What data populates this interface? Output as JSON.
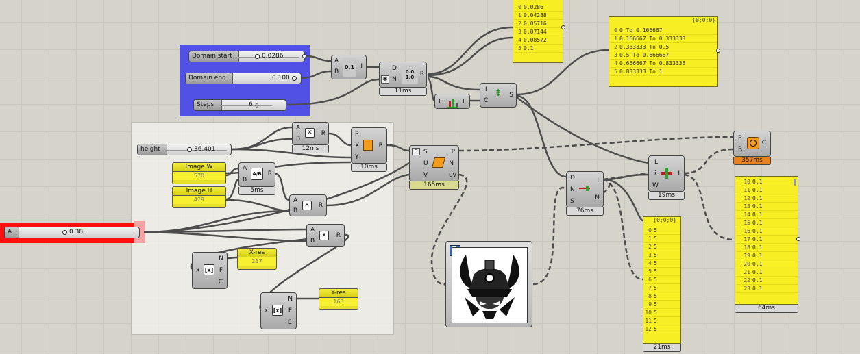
{
  "colors": {
    "canvas": "#d5d3ca",
    "group_blue": "#4a4ae6",
    "group_white": "#efeeea",
    "panel_yellow": "#f7ef24",
    "selected_red": "#ff0000",
    "orange": "#e8821e"
  },
  "sliders": {
    "domain_start": {
      "name": "Domain start",
      "value": "0.0286"
    },
    "domain_end": {
      "name": "Domain end",
      "value": "0.100"
    },
    "steps": {
      "name": "Steps",
      "value": "6"
    },
    "height": {
      "name": "height",
      "value": "36.401"
    },
    "a": {
      "name": "A",
      "value": "0.38"
    }
  },
  "params": {
    "image_w": {
      "name": "Image W",
      "value": "570"
    },
    "image_h": {
      "name": "Image H",
      "value": "429"
    },
    "x_res": {
      "name": "X-res",
      "value": "217"
    },
    "y_res": {
      "name": "Y-res",
      "value": "163"
    }
  },
  "components": {
    "bounds": {
      "in": [
        "A",
        "B"
      ],
      "out": "I",
      "icon": "0.1"
    },
    "range": {
      "in": [
        "D",
        "N"
      ],
      "out": "R",
      "icon": "0.0 1.0",
      "timing": "11ms"
    },
    "list_len": {
      "in": "L",
      "out": "L"
    },
    "subset": {
      "in": [
        "I",
        "C"
      ],
      "out": "S"
    },
    "mult1": {
      "in": [
        "A",
        "B"
      ],
      "out": "R",
      "timing": "12ms"
    },
    "pt": {
      "in": [
        "P",
        "X",
        "Y"
      ],
      "out": "P",
      "timing": "10ms"
    },
    "div": {
      "in": [
        "A",
        "B"
      ],
      "out": "R",
      "icon": "A/B",
      "timing": "5ms"
    },
    "mult2": {
      "in": [
        "A",
        "B"
      ],
      "out": "R"
    },
    "mult3": {
      "in": [
        "A",
        "B"
      ],
      "out": "R"
    },
    "surface": {
      "in": [
        "S",
        "U",
        "V"
      ],
      "out": [
        "P",
        "N",
        "uv"
      ],
      "timing": "165ms"
    },
    "round1": {
      "in": "x",
      "out": [
        "N",
        "F",
        "C"
      ],
      "icon": "[x]"
    },
    "round2": {
      "in": "x",
      "out": [
        "N",
        "F",
        "C"
      ],
      "icon": "[x]"
    },
    "dispatch": {
      "in": [
        "D",
        "N",
        "S"
      ],
      "out": [
        "I",
        "N"
      ],
      "timing": "76ms"
    },
    "insert": {
      "in": [
        "L",
        "i",
        "W"
      ],
      "out": "I",
      "timing": "19ms"
    },
    "circle": {
      "in": [
        "P",
        "R"
      ],
      "out": "C",
      "timing": "357ms"
    }
  },
  "panels": {
    "values": {
      "rows": [
        "0.0286",
        "0.04288",
        "0.05716",
        "0.07144",
        "0.08572",
        "0.1"
      ]
    },
    "domains": {
      "path": "{0;0;0}",
      "rows": [
        "0 To 0.166667",
        "0.166667 To 0.333333",
        "0.333333 To 0.5",
        "0.5 To 0.666667",
        "0.666667 To 0.833333",
        "0.833333 To 1"
      ]
    },
    "fives": {
      "path": "{0;0;0}",
      "rows": [
        {
          "i": "0",
          "v": "5"
        },
        {
          "i": "1",
          "v": "5"
        },
        {
          "i": "2",
          "v": "5"
        },
        {
          "i": "3",
          "v": "5"
        },
        {
          "i": "4",
          "v": "5"
        },
        {
          "i": "5",
          "v": "5"
        },
        {
          "i": "6",
          "v": "5"
        },
        {
          "i": "7",
          "v": "5"
        },
        {
          "i": "8",
          "v": "5"
        },
        {
          "i": "9",
          "v": "5"
        },
        {
          "i": "10",
          "v": "5"
        },
        {
          "i": "11",
          "v": "5"
        },
        {
          "i": "12",
          "v": "5"
        }
      ],
      "timing": "21ms"
    },
    "tenths": {
      "rows": [
        {
          "i": "10",
          "v": "0.1"
        },
        {
          "i": "11",
          "v": "0.1"
        },
        {
          "i": "12",
          "v": "0.1"
        },
        {
          "i": "13",
          "v": "0.1"
        },
        {
          "i": "14",
          "v": "0.1"
        },
        {
          "i": "15",
          "v": "0.1"
        },
        {
          "i": "16",
          "v": "0.1"
        },
        {
          "i": "17",
          "v": "0.1"
        },
        {
          "i": "18",
          "v": "0.1"
        },
        {
          "i": "19",
          "v": "0.1"
        },
        {
          "i": "20",
          "v": "0.1"
        },
        {
          "i": "21",
          "v": "0.1"
        },
        {
          "i": "22",
          "v": "0.1"
        },
        {
          "i": "23",
          "v": "0.1"
        }
      ],
      "timing": "64ms"
    }
  }
}
